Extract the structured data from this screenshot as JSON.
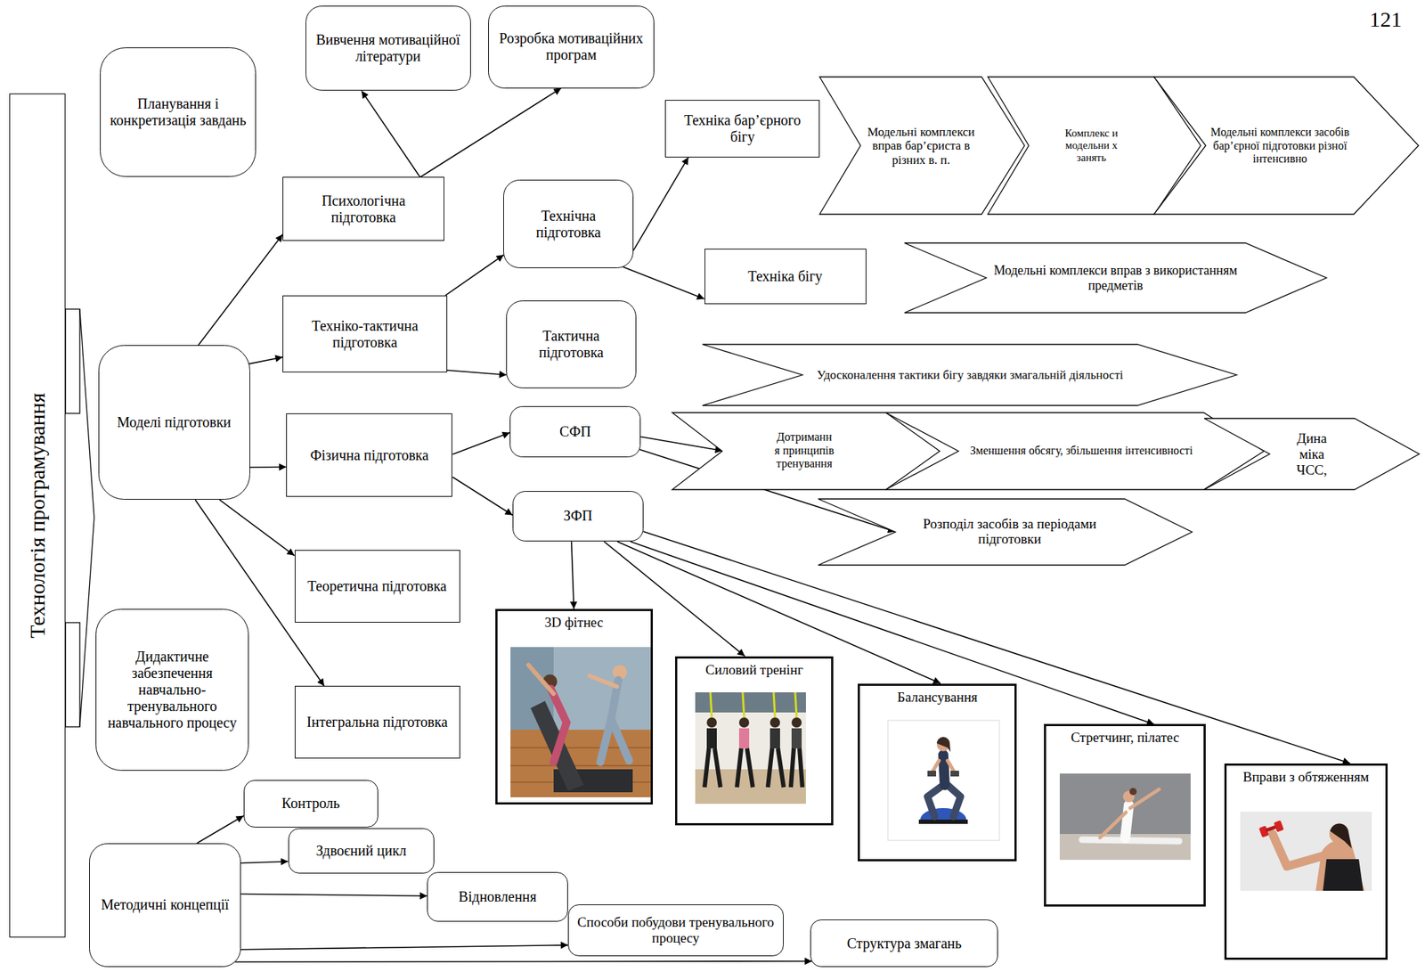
{
  "diagram": {
    "nodes": [
      {
        "text": [
          "Технологія програмування"
        ]
      },
      {
        "text": [
          "Планування і конкретизація завдань"
        ]
      },
      {
        "text": [
          "Вивчення мотиваційної літератури"
        ]
      },
      {
        "text": [
          "Розробка мотиваційних програм"
        ]
      },
      {
        "text": [
          "Психологічна підготовка"
        ]
      },
      {
        "text": [
          "Технічна підготовка"
        ]
      },
      {
        "text": [
          "Техніка бар’єрного бігу"
        ]
      },
      {
        "text": [
          "Модельні комплекси вправ бар’єриста в різних в. п."
        ]
      },
      {
        "text": [
          "Комплекс и модельни х занять"
        ]
      },
      {
        "text": [
          "Модельні комплекси засобів бар’єрної підготовки різної інтенсивно"
        ]
      },
      {
        "text": [
          "Техніка бігу"
        ]
      },
      {
        "text": [
          "Модельні комплекси вправ з використанням предметів"
        ]
      },
      {
        "text": [
          "Техніко-тактична підготовка"
        ]
      },
      {
        "text": [
          "Тактична підготовка"
        ]
      },
      {
        "text": [
          "Удосконалення тактики бігу завдяки змагальній діяльності"
        ]
      },
      {
        "text": [
          "Моделі підготовки"
        ]
      },
      {
        "text": [
          "Фізична підготовка"
        ]
      },
      {
        "text": [
          "СФП"
        ]
      },
      {
        "text": [
          "Дотриманн я принципів тренування"
        ]
      },
      {
        "text": [
          "Зменшення обсягу, збільшення інтенсивності"
        ]
      },
      {
        "text": [
          "Дина міка ЧСС,"
        ]
      },
      {
        "text": [
          "ЗФП"
        ]
      },
      {
        "text": [
          "Розподіл засобів за періодами підготовки"
        ]
      },
      {
        "text": [
          "Теоретична підготовка"
        ]
      },
      {
        "text": [
          "Інтегральна підготовка"
        ]
      },
      {
        "text": [
          "Дидактичне забезпечення навчально-тренувального навчального процесу"
        ]
      },
      {
        "text": [
          "3D фітнес"
        ]
      },
      {
        "text": [
          "Силовий тренінг"
        ]
      },
      {
        "text": [
          "Балансування"
        ]
      },
      {
        "text": [
          "Стретчинг, пілатес"
        ]
      },
      {
        "text": [
          "Вправи з обтяженням"
        ]
      },
      {
        "text": [
          "Контроль"
        ]
      },
      {
        "text": [
          "Здвоєний цикл"
        ]
      },
      {
        "text": [
          "Методичні концепції"
        ]
      },
      {
        "text": [
          "Відновлення"
        ]
      },
      {
        "text": [
          "Способи побудови тренувального процесу"
        ]
      },
      {
        "text": [
          "Структура змагань"
        ]
      }
    ],
    "edges": [
      {
        "from": 4,
        "to": 2,
        "arrow": "to"
      },
      {
        "from": 4,
        "to": 3,
        "arrow": "to"
      },
      {
        "from": 15,
        "to": 4,
        "arrow": "to"
      },
      {
        "from": 15,
        "to": 12,
        "arrow": "to"
      },
      {
        "from": 15,
        "to": 16,
        "arrow": "to"
      },
      {
        "from": 15,
        "to": 23,
        "arrow": "to"
      },
      {
        "from": 15,
        "to": 24,
        "arrow": "to"
      },
      {
        "from": 12,
        "to": 5,
        "arrow": "to"
      },
      {
        "from": 12,
        "to": 13,
        "arrow": "to"
      },
      {
        "from": 5,
        "to": 6,
        "arrow": "to"
      },
      {
        "from": 5,
        "to": 10,
        "arrow": "to"
      },
      {
        "from": 16,
        "to": 17,
        "arrow": "to"
      },
      {
        "from": 16,
        "to": 21,
        "arrow": "to"
      },
      {
        "from": 17,
        "to": 18,
        "arrow": "to"
      },
      {
        "from": 17,
        "to": 22,
        "arrow": "to"
      },
      {
        "from": 21,
        "to": 26,
        "arrow": "to"
      },
      {
        "from": 21,
        "to": 27,
        "arrow": "to"
      },
      {
        "from": 21,
        "to": 28,
        "arrow": "to"
      },
      {
        "from": 21,
        "to": 29,
        "arrow": "to"
      },
      {
        "from": 21,
        "to": 30,
        "arrow": "to"
      },
      {
        "from": 33,
        "to": 31,
        "arrow": "to"
      },
      {
        "from": 33,
        "to": 32,
        "arrow": "to"
      },
      {
        "from": 33,
        "to": 34,
        "arrow": "to"
      },
      {
        "from": 33,
        "to": 35,
        "arrow": "to"
      },
      {
        "from": 33,
        "to": 36,
        "arrow": "to"
      }
    ],
    "labels": [
      "121"
    ]
  }
}
